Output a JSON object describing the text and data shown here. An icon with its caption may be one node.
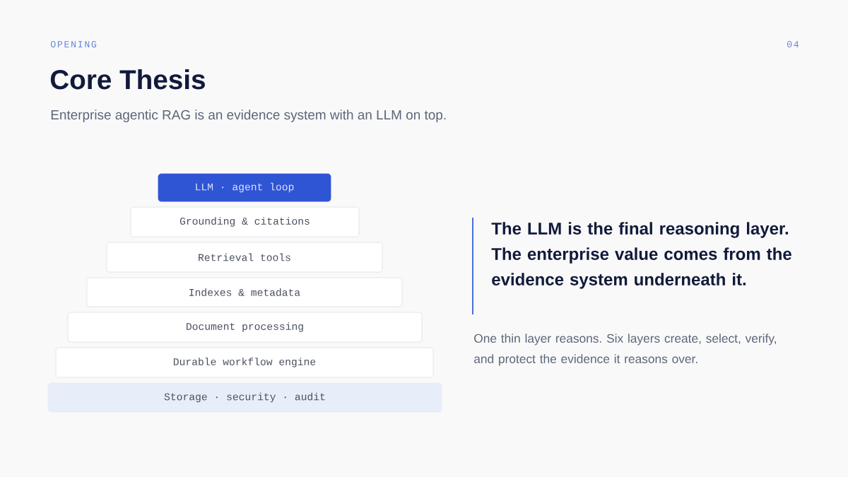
{
  "diagram": {
    "title": "Core Thesis",
    "nodes": [
      {
        "text": [
          "LLM · agent loop"
        ]
      },
      {
        "text": [
          "Grounding & citations"
        ]
      },
      {
        "text": [
          "Retrieval tools"
        ]
      },
      {
        "text": [
          "Indexes & metadata"
        ]
      },
      {
        "text": [
          "Document processing"
        ]
      },
      {
        "text": [
          "Durable workflow engine"
        ]
      },
      {
        "text": [
          "Storage · security · audit"
        ]
      }
    ],
    "labels": [
      "OPENING",
      "04",
      "Enterprise agentic RAG is an evidence system with an LLM on top.",
      "The LLM is the final reasoning layer. The enterprise value comes from the evidence system underneath it.",
      "One thin layer reasons. Six layers create, select, verify, and protect the evidence it reasons over."
    ]
  }
}
